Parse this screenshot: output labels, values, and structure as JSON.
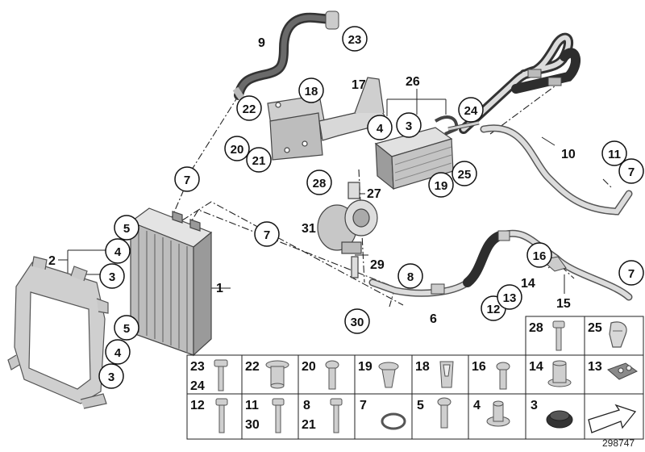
{
  "diagram": {
    "plain_labels": {
      "l1": "1",
      "l2": "2",
      "l6": "6",
      "l9": "9",
      "l10": "10",
      "l14": "14",
      "l15": "15",
      "l17": "17",
      "l26": "26",
      "l27": "27",
      "l29": "29",
      "l31": "31"
    },
    "circled_labels": {
      "c3a": "3",
      "c3b": "3",
      "c3c": "3",
      "c4a": "4",
      "c4b": "4",
      "c4c": "4",
      "c5a": "5",
      "c5b": "5",
      "c7a": "7",
      "c7b": "7",
      "c7c": "7",
      "c7d": "7",
      "c8": "8",
      "c11": "11",
      "c12": "12",
      "c13": "13",
      "c16": "16",
      "c18": "18",
      "c19": "19",
      "c20": "20",
      "c21": "21",
      "c22": "22",
      "c23": "23",
      "c24": "24",
      "c25": "25",
      "c28": "28",
      "c30": "30"
    },
    "document_number": "298747"
  },
  "parts_grid": {
    "row1": [
      {
        "id": "g28",
        "label": "28",
        "icon": "bolt-icon"
      },
      {
        "id": "g25",
        "label": "25",
        "icon": "clip-icon"
      }
    ],
    "row2": [
      {
        "id": "g23",
        "label": "23",
        "label2": "24",
        "icon": "bolt-icon"
      },
      {
        "id": "g22",
        "label": "22",
        "icon": "grommet-icon"
      },
      {
        "id": "g20",
        "label": "20",
        "icon": "screw-icon"
      },
      {
        "id": "g19",
        "label": "19",
        "icon": "push-rivet-icon"
      },
      {
        "id": "g18",
        "label": "18",
        "icon": "spreader-nut-icon"
      },
      {
        "id": "g16",
        "label": "16",
        "icon": "screw-icon"
      },
      {
        "id": "g14",
        "label": "14",
        "icon": "sleeve-icon"
      },
      {
        "id": "g13",
        "label": "13",
        "icon": "pipe-clip-icon"
      }
    ],
    "row3": [
      {
        "id": "g12",
        "label": "12",
        "icon": "bolt-icon"
      },
      {
        "id": "g11",
        "label": "11",
        "label2": "30",
        "icon": "bolt-icon"
      },
      {
        "id": "g8",
        "label": "8",
        "label2": "21",
        "icon": "bolt-icon"
      },
      {
        "id": "g7",
        "label": "7",
        "icon": "o-ring-icon"
      },
      {
        "id": "g5",
        "label": "5",
        "icon": "screw-icon"
      },
      {
        "id": "g4",
        "label": "4",
        "icon": "bushing-icon"
      },
      {
        "id": "g3",
        "label": "3",
        "icon": "rubber-mount-icon"
      },
      {
        "id": "g-arrow",
        "label": "",
        "icon": "direction-arrow-icon"
      }
    ]
  }
}
